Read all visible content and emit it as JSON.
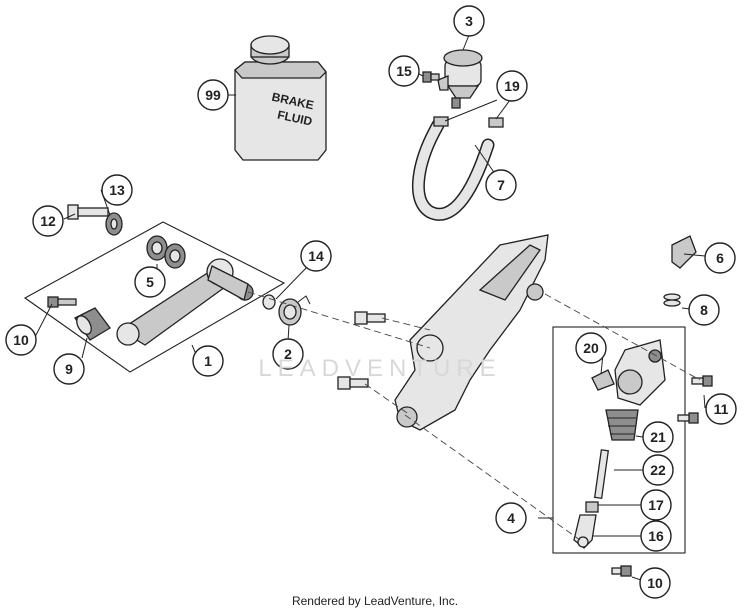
{
  "diagram": {
    "callouts": [
      "1",
      "2",
      "3",
      "4",
      "5",
      "6",
      "7",
      "8",
      "9",
      "10",
      "10",
      "11",
      "12",
      "13",
      "14",
      "15",
      "16",
      "17",
      "19",
      "20",
      "21",
      "22",
      "99"
    ],
    "bottle_label_line1": "BRAKE",
    "bottle_label_line2": "FLUID"
  },
  "watermark": "LEADVENTURE",
  "footer": "Rendered by LeadVenture, Inc."
}
